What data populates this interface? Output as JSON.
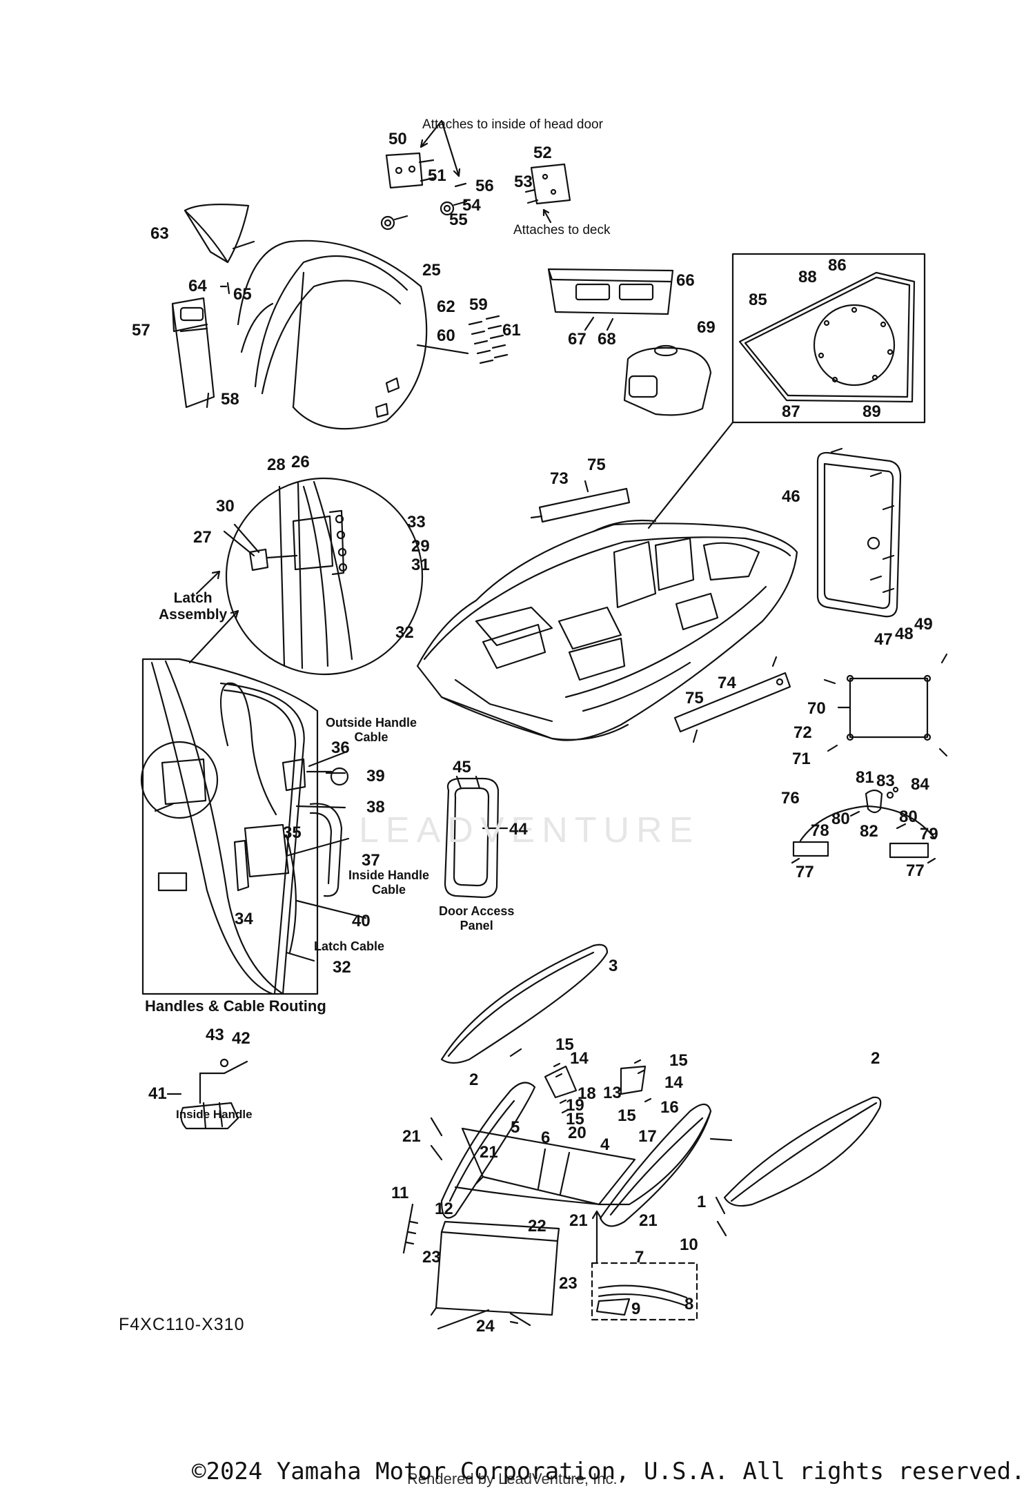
{
  "diagram": {
    "code": "F4XC110-X310",
    "watermark": "LEADVENTURE",
    "copyright": "©2024 Yamaha Motor Corporation, U.S.A. All rights reserved.",
    "rendered_by": "Rendered by LeadVenture, Inc.",
    "captions": {
      "head_door": "Attaches to inside of head door",
      "deck": "Attaches to deck",
      "latch_assembly": "Latch\nAssembly",
      "outside_handle_cable": "Outside Handle\nCable",
      "inside_handle_cable": "Inside Handle\nCable",
      "latch_cable": "Latch Cable",
      "door_access_panel": "Door Access\nPanel",
      "inside_handle": "Inside Handle",
      "handles_routing": "Handles & Cable Routing"
    },
    "labels": [
      {
        "id": "l50",
        "text": "50"
      },
      {
        "id": "l51",
        "text": "51"
      },
      {
        "id": "l56",
        "text": "56"
      },
      {
        "id": "l54",
        "text": "54"
      },
      {
        "id": "l55",
        "text": "55"
      },
      {
        "id": "l52",
        "text": "52"
      },
      {
        "id": "l53",
        "text": "53"
      },
      {
        "id": "l63",
        "text": "63"
      },
      {
        "id": "l25",
        "text": "25"
      },
      {
        "id": "l64",
        "text": "64"
      },
      {
        "id": "l65",
        "text": "65"
      },
      {
        "id": "l62",
        "text": "62"
      },
      {
        "id": "l59",
        "text": "59"
      },
      {
        "id": "l60",
        "text": "60"
      },
      {
        "id": "l61",
        "text": "61"
      },
      {
        "id": "l57",
        "text": "57"
      },
      {
        "id": "l58",
        "text": "58"
      },
      {
        "id": "l66",
        "text": "66"
      },
      {
        "id": "l67",
        "text": "67"
      },
      {
        "id": "l68",
        "text": "68"
      },
      {
        "id": "l69",
        "text": "69"
      },
      {
        "id": "l86",
        "text": "86"
      },
      {
        "id": "l88",
        "text": "88"
      },
      {
        "id": "l85",
        "text": "85"
      },
      {
        "id": "l87",
        "text": "87"
      },
      {
        "id": "l89",
        "text": "89"
      },
      {
        "id": "l28",
        "text": "28"
      },
      {
        "id": "l26",
        "text": "26"
      },
      {
        "id": "l30",
        "text": "30"
      },
      {
        "id": "l27",
        "text": "27"
      },
      {
        "id": "l33",
        "text": "33"
      },
      {
        "id": "l29",
        "text": "29"
      },
      {
        "id": "l31",
        "text": "31"
      },
      {
        "id": "l32a",
        "text": "32"
      },
      {
        "id": "l73",
        "text": "73"
      },
      {
        "id": "l75a",
        "text": "75"
      },
      {
        "id": "l46",
        "text": "46"
      },
      {
        "id": "l47",
        "text": "47"
      },
      {
        "id": "l48",
        "text": "48"
      },
      {
        "id": "l49",
        "text": "49"
      },
      {
        "id": "l36",
        "text": "36"
      },
      {
        "id": "l39",
        "text": "39"
      },
      {
        "id": "l38",
        "text": "38"
      },
      {
        "id": "l35",
        "text": "35"
      },
      {
        "id": "l37",
        "text": "37"
      },
      {
        "id": "l34",
        "text": "34"
      },
      {
        "id": "l40",
        "text": "40"
      },
      {
        "id": "l32b",
        "text": "32"
      },
      {
        "id": "l45",
        "text": "45"
      },
      {
        "id": "l44",
        "text": "44"
      },
      {
        "id": "l74",
        "text": "74"
      },
      {
        "id": "l75b",
        "text": "75"
      },
      {
        "id": "l70",
        "text": "70"
      },
      {
        "id": "l72",
        "text": "72"
      },
      {
        "id": "l71",
        "text": "71"
      },
      {
        "id": "l81",
        "text": "81"
      },
      {
        "id": "l83",
        "text": "83"
      },
      {
        "id": "l84",
        "text": "84"
      },
      {
        "id": "l76",
        "text": "76"
      },
      {
        "id": "l80a",
        "text": "80"
      },
      {
        "id": "l80b",
        "text": "80"
      },
      {
        "id": "l82",
        "text": "82"
      },
      {
        "id": "l78",
        "text": "78"
      },
      {
        "id": "l79",
        "text": "79"
      },
      {
        "id": "l77a",
        "text": "77"
      },
      {
        "id": "l77b",
        "text": "77"
      },
      {
        "id": "l3",
        "text": "3"
      },
      {
        "id": "l2a",
        "text": "2"
      },
      {
        "id": "l2b",
        "text": "2"
      },
      {
        "id": "l15a",
        "text": "15"
      },
      {
        "id": "l14a",
        "text": "14"
      },
      {
        "id": "l18",
        "text": "18"
      },
      {
        "id": "l19",
        "text": "19"
      },
      {
        "id": "l15b",
        "text": "15"
      },
      {
        "id": "l20",
        "text": "20"
      },
      {
        "id": "l13",
        "text": "13"
      },
      {
        "id": "l15c",
        "text": "15"
      },
      {
        "id": "l14b",
        "text": "14"
      },
      {
        "id": "l16",
        "text": "16"
      },
      {
        "id": "l15d",
        "text": "15"
      },
      {
        "id": "l17",
        "text": "17"
      },
      {
        "id": "l21a",
        "text": "21"
      },
      {
        "id": "l5",
        "text": "5"
      },
      {
        "id": "l6",
        "text": "6"
      },
      {
        "id": "l4",
        "text": "4"
      },
      {
        "id": "l21b",
        "text": "21"
      },
      {
        "id": "l11",
        "text": "11"
      },
      {
        "id": "l12",
        "text": "12"
      },
      {
        "id": "l21c",
        "text": "21"
      },
      {
        "id": "l21d",
        "text": "21"
      },
      {
        "id": "l1",
        "text": "1"
      },
      {
        "id": "l22",
        "text": "22"
      },
      {
        "id": "l10",
        "text": "10"
      },
      {
        "id": "l23a",
        "text": "23"
      },
      {
        "id": "l23b",
        "text": "23"
      },
      {
        "id": "l7",
        "text": "7"
      },
      {
        "id": "l9",
        "text": "9"
      },
      {
        "id": "l8",
        "text": "8"
      },
      {
        "id": "l24",
        "text": "24"
      },
      {
        "id": "l43",
        "text": "43"
      },
      {
        "id": "l42",
        "text": "42"
      },
      {
        "id": "l41",
        "text": "41"
      }
    ]
  }
}
